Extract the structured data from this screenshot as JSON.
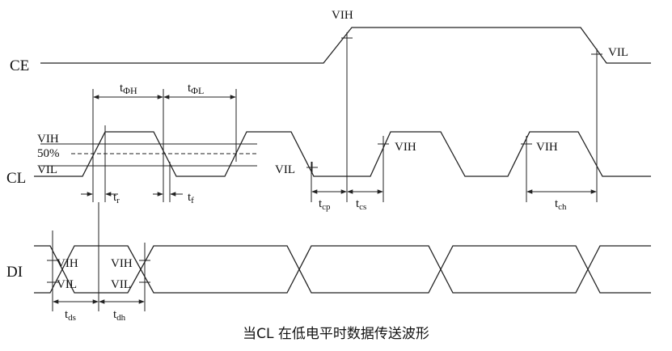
{
  "signals": {
    "ce": "CE",
    "cl": "CL",
    "di": "DI"
  },
  "levels": {
    "vih": "VIH",
    "vil": "VIL",
    "fifty": "50%"
  },
  "timing": {
    "t_phi_h": {
      "base": "t",
      "sub": "ΦH"
    },
    "t_phi_l": {
      "base": "t",
      "sub": "ΦL"
    },
    "t_r": {
      "base": "t",
      "sub": "r"
    },
    "t_f": {
      "base": "t",
      "sub": "f"
    },
    "t_cp": {
      "base": "t",
      "sub": "cp"
    },
    "t_cs": {
      "base": "t",
      "sub": "cs"
    },
    "t_ch": {
      "base": "t",
      "sub": "ch"
    },
    "t_ds": {
      "base": "t",
      "sub": "ds"
    },
    "t_dh": {
      "base": "t",
      "sub": "dh"
    }
  },
  "caption": "当CL 在低电平时数据传送波形"
}
